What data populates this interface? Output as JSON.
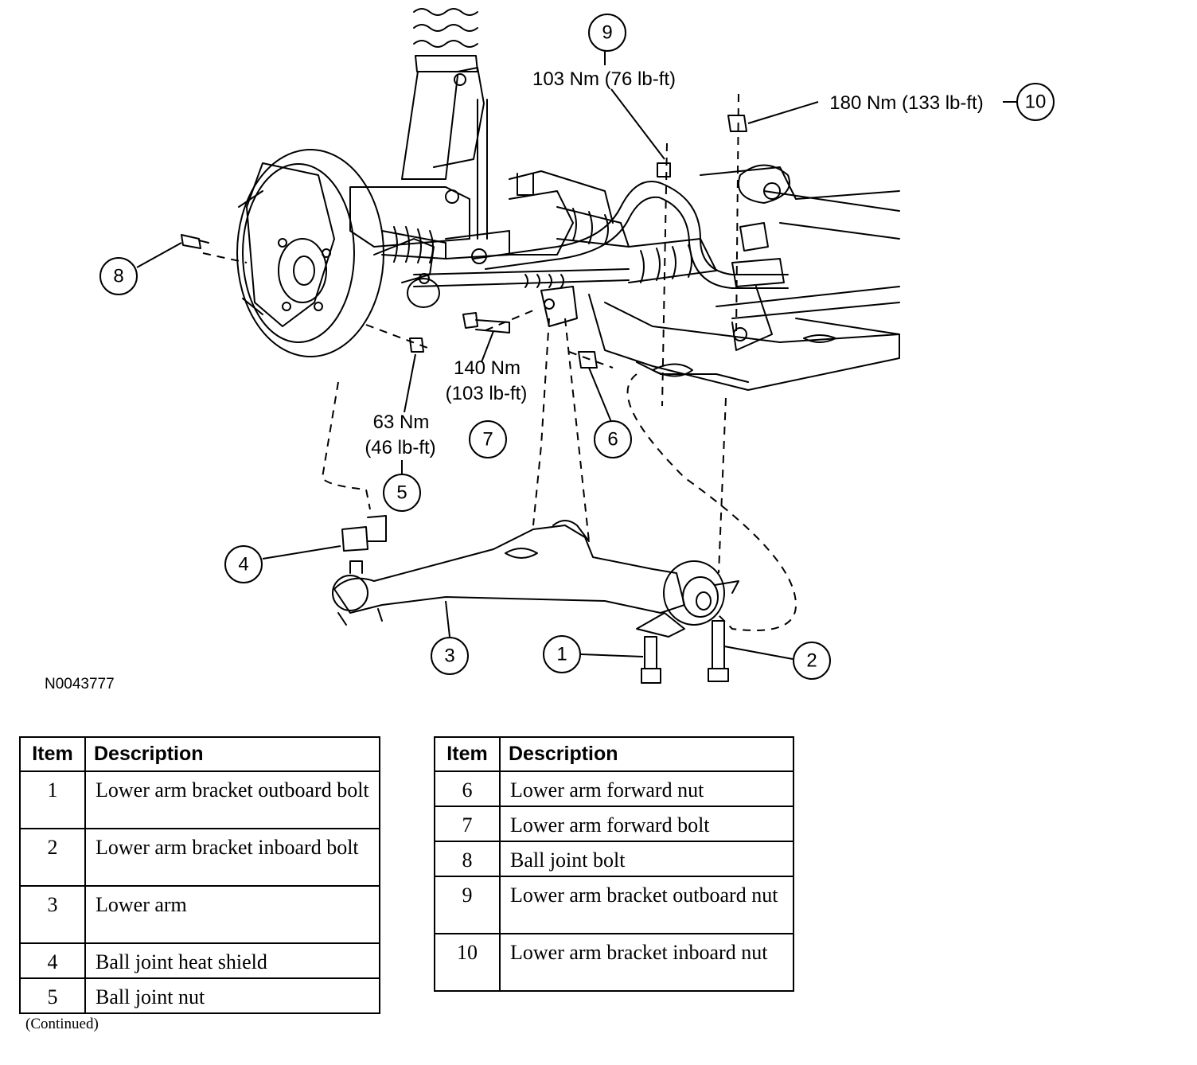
{
  "figure_id": "N0043777",
  "callouts": [
    {
      "num": "1"
    },
    {
      "num": "2"
    },
    {
      "num": "3"
    },
    {
      "num": "4"
    },
    {
      "num": "5"
    },
    {
      "num": "6"
    },
    {
      "num": "7"
    },
    {
      "num": "8"
    },
    {
      "num": "9"
    },
    {
      "num": "10"
    }
  ],
  "torque_specs": {
    "item9": {
      "line1": "103 Nm (76 lb-ft)"
    },
    "item10": {
      "line1": "180 Nm (133 lb-ft)"
    },
    "item7": {
      "line1": "140 Nm",
      "line2": "(103 lb-ft)"
    },
    "item5": {
      "line1": "63 Nm",
      "line2": "(46 lb-ft)"
    }
  },
  "legend_header": {
    "item": "Item",
    "description": "Description"
  },
  "legend_left": [
    {
      "item": "1",
      "description": "Lower arm bracket outboard bolt"
    },
    {
      "item": "2",
      "description": "Lower arm bracket inboard bolt"
    },
    {
      "item": "3",
      "description": "Lower arm"
    },
    {
      "item": "4",
      "description": "Ball joint heat shield"
    },
    {
      "item": "5",
      "description": "Ball joint nut"
    }
  ],
  "legend_right": [
    {
      "item": "6",
      "description": "Lower arm forward nut"
    },
    {
      "item": "7",
      "description": "Lower arm forward bolt"
    },
    {
      "item": "8",
      "description": "Ball joint bolt"
    },
    {
      "item": "9",
      "description": "Lower arm bracket outboard nut"
    },
    {
      "item": "10",
      "description": "Lower arm bracket inboard nut"
    }
  ],
  "note": "(Continued)"
}
